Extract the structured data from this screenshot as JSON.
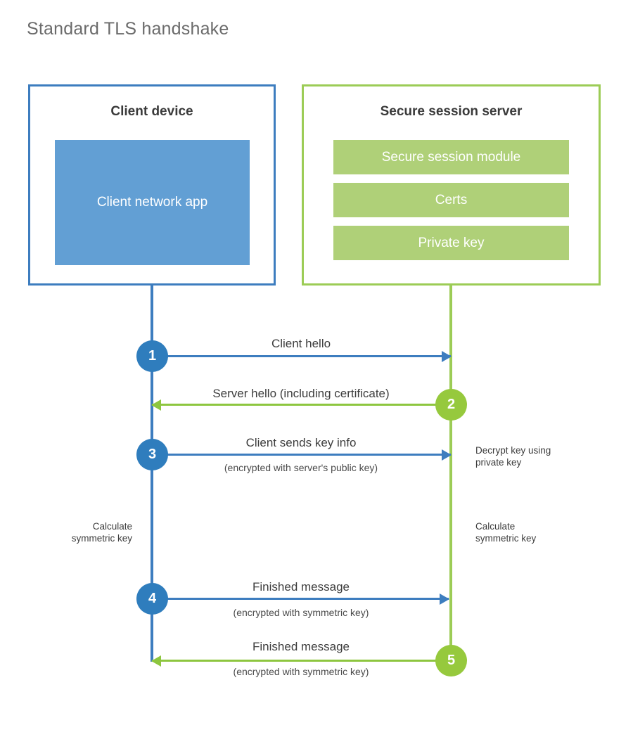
{
  "title": "Standard TLS handshake",
  "colors": {
    "client_blue": "#3d7dbf",
    "client_app_fill": "#629fd4",
    "client_circle": "#2f7dbd",
    "server_green": "#9ccc56",
    "server_row_fill": "#afd078",
    "server_circle": "#96c93d",
    "title_gray": "#6b6b6b",
    "text_dark": "#3a3a3a",
    "background": "#ffffff"
  },
  "client": {
    "title": "Client device",
    "app_block": "Client network app"
  },
  "server": {
    "title": "Secure session server",
    "rows": [
      {
        "label": "Secure session module"
      },
      {
        "label": "Certs"
      },
      {
        "label": "Private key"
      }
    ]
  },
  "steps": [
    {
      "number": "1",
      "label": "Client hello",
      "sublabel": "",
      "direction": "client-to-server",
      "color": "blue"
    },
    {
      "number": "2",
      "label": "Server hello (including certificate)",
      "sublabel": "",
      "direction": "server-to-client",
      "color": "green"
    },
    {
      "number": "3",
      "label": "Client sends key info",
      "sublabel": "(encrypted with server's public key)",
      "direction": "client-to-server",
      "color": "blue"
    },
    {
      "number": "4",
      "label": "Finished message",
      "sublabel": "(encrypted with symmetric key)",
      "direction": "client-to-server",
      "color": "blue"
    },
    {
      "number": "5",
      "label": "Finished message",
      "sublabel": "(encrypted with symmetric key)",
      "direction": "server-to-client",
      "color": "green"
    }
  ],
  "annotations": {
    "server_decrypt": "Decrypt key using\nprivate key",
    "client_calculate": "Calculate\nsymmetric key",
    "server_calculate": "Calculate\nsymmetric key"
  }
}
